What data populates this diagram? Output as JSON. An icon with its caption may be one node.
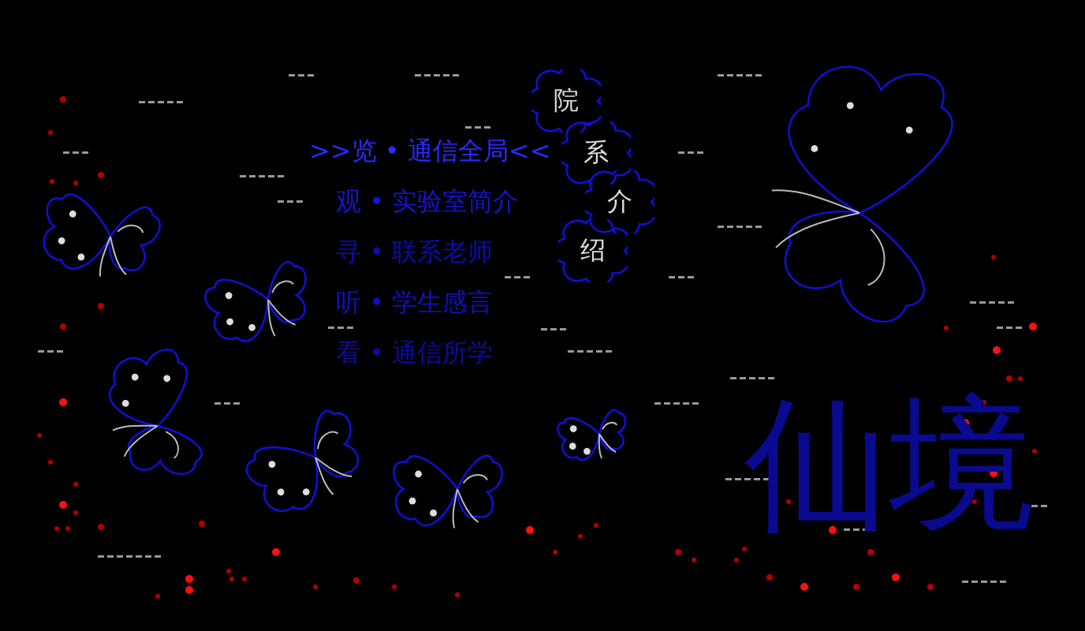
{
  "diagram": {
    "nodes": [
      {
        "text": [
          "院"
        ]
      },
      {
        "text": [
          "系"
        ]
      },
      {
        "text": [
          "介"
        ]
      },
      {
        "text": [
          "绍"
        ]
      }
    ],
    "labels": [
      ">>览 • 通信全局<<",
      "观 • 实验室简介",
      "寻 • 联系老师",
      "听 • 学生感言",
      "看 • 通信所学",
      "仙境"
    ]
  }
}
